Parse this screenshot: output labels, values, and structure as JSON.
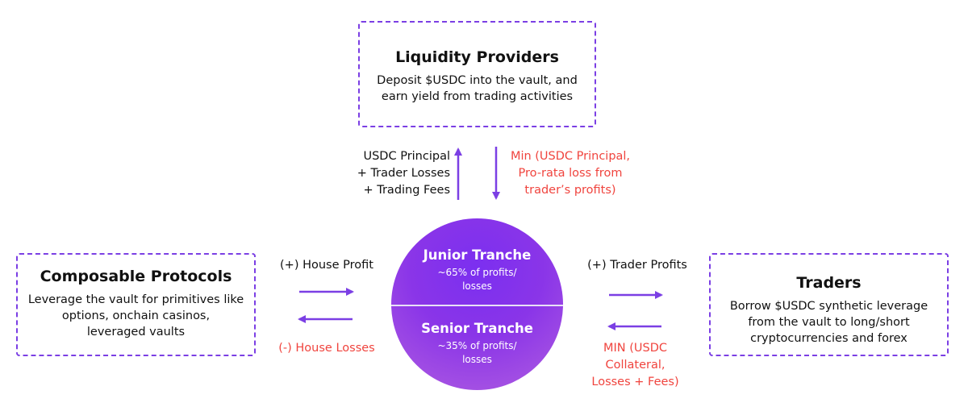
{
  "liquidity_providers": {
    "title": "Liquidity Providers",
    "desc_line1": "Deposit $USDC into the vault, and",
    "desc_line2": "earn yield from trading activities"
  },
  "composable_protocols": {
    "title": "Composable Protocols",
    "desc_line1": "Leverage the vault for primitives like",
    "desc_line2": "options,  onchain casinos,",
    "desc_line3": "leveraged vaults"
  },
  "traders": {
    "title": "Traders",
    "desc_line1": "Borrow $USDC synthetic leverage",
    "desc_line2": "from the vault to long/short",
    "desc_line3": "cryptocurrencies and forex"
  },
  "vault": {
    "junior": {
      "title": "Junior Tranche",
      "sub_line1": "~65% of profits/",
      "sub_line2": "losses"
    },
    "senior": {
      "title": "Senior Tranche",
      "sub_line1": "~35% of profits/",
      "sub_line2": "losses"
    }
  },
  "flows": {
    "to_lp": {
      "line1": "USDC Principal",
      "line2": "+ Trader Losses",
      "line3": "+ Trading Fees"
    },
    "from_lp": {
      "line1": "Min (USDC Principal,",
      "line2": "Pro-rata loss from",
      "line3": "trader’s profits)"
    },
    "house_profit": "(+) House Profit",
    "house_losses": "(-) House Losses",
    "trader_profits": "(+) Trader Profits",
    "trader_losses": {
      "line1": "MIN (USDC",
      "line2": "Collateral,",
      "line3": "Losses + Fees)"
    }
  },
  "colors": {
    "accent": "#7b3fe4",
    "negative": "#f0443e"
  }
}
